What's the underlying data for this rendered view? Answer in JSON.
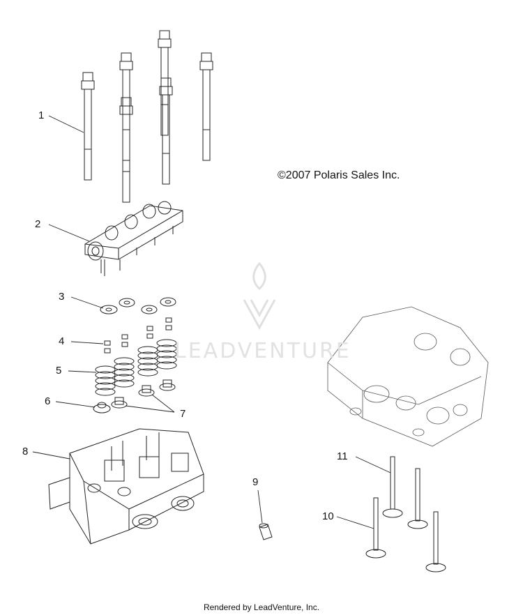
{
  "copyright": "©2007 Polaris Sales Inc.",
  "footer": "Rendered by LeadVenture, Inc.",
  "watermark": "LEADVENTURE",
  "callouts": [
    {
      "id": "1",
      "text": "1"
    },
    {
      "id": "2",
      "text": "2"
    },
    {
      "id": "3",
      "text": "3"
    },
    {
      "id": "4",
      "text": "4"
    },
    {
      "id": "5",
      "text": "5"
    },
    {
      "id": "6",
      "text": "6"
    },
    {
      "id": "7",
      "text": "7"
    },
    {
      "id": "8",
      "text": "8"
    },
    {
      "id": "9",
      "text": "9"
    },
    {
      "id": "10",
      "text": "10"
    },
    {
      "id": "11",
      "text": "11"
    }
  ],
  "colors": {
    "line": "#222222",
    "watermark": "#e2e2e2",
    "background": "#ffffff"
  }
}
